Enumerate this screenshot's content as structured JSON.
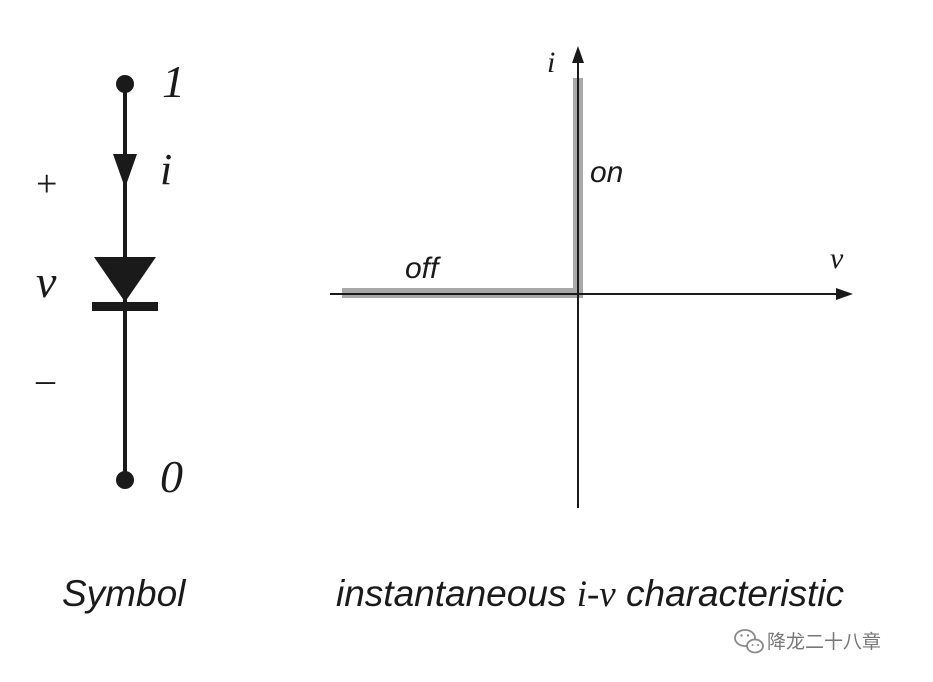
{
  "symbol": {
    "node_top": "1",
    "node_bottom": "0",
    "current_label": "i",
    "voltage_label": "v",
    "plus_sign": "+",
    "minus_sign": "–",
    "caption": "Symbol"
  },
  "characteristic": {
    "i_axis_label": "i",
    "v_axis_label": "v",
    "on_label": "on",
    "off_label": "off",
    "caption_pre": "instantaneous ",
    "caption_iv": "i-v",
    "caption_post": " characteristic"
  },
  "watermark": {
    "text": "降龙二十八章",
    "icon": "wechat-icon"
  },
  "colors": {
    "ink": "#1a1a1a",
    "curve": "#a8a8a8",
    "watermark": "#777777"
  }
}
